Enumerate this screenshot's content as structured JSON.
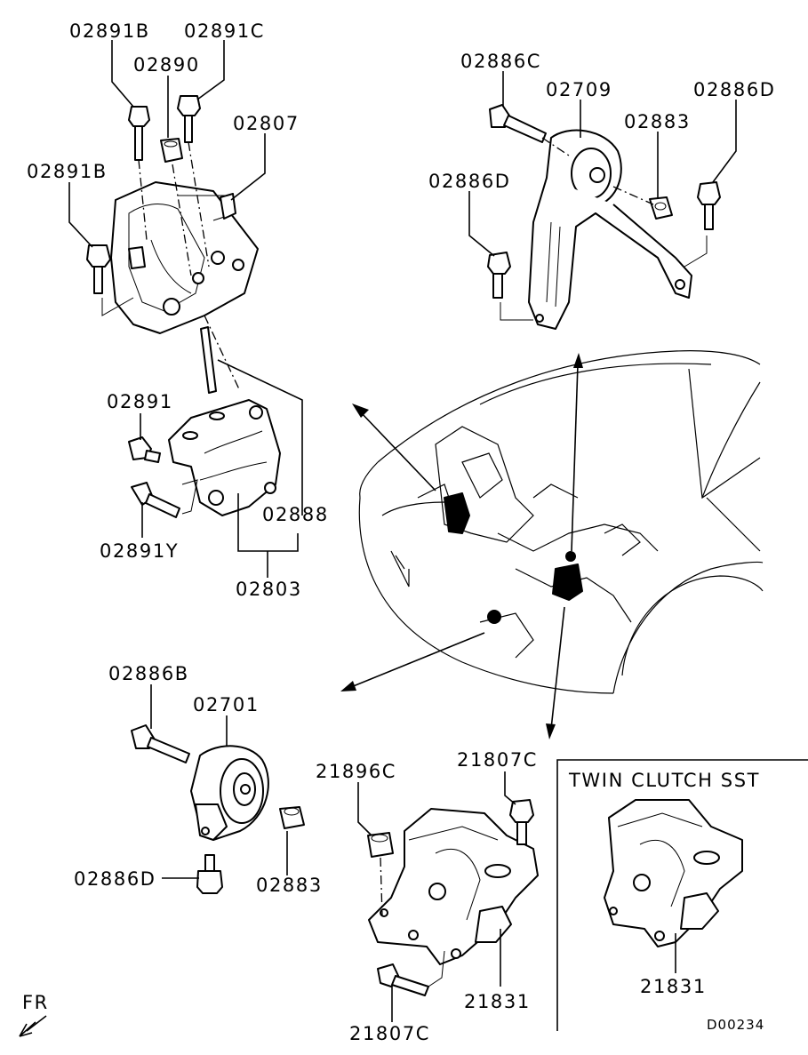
{
  "labels": {
    "p02891B_top": "02891B",
    "p02891C": "02891C",
    "p02890": "02890",
    "p02807": "02807",
    "p02891B_left": "02891B",
    "p02891": "02891",
    "p02891Y": "02891Y",
    "p02888": "02888",
    "p02803": "02803",
    "p02886C": "02886C",
    "p02709": "02709",
    "p02883_top": "02883",
    "p02886D_right": "02886D",
    "p02886D_left": "02886D",
    "p02886B": "02886B",
    "p02701": "02701",
    "p02886D_bottom": "02886D",
    "p02883_bottom": "02883",
    "p21896C": "21896C",
    "p21807C_top": "21807C",
    "p21831": "21831",
    "p21807C_bottom": "21807C",
    "p21831_inset": "21831"
  },
  "inset": {
    "title": "TWIN CLUTCH SST"
  },
  "direction": {
    "label": "FR"
  },
  "diagram_id": "D00234"
}
